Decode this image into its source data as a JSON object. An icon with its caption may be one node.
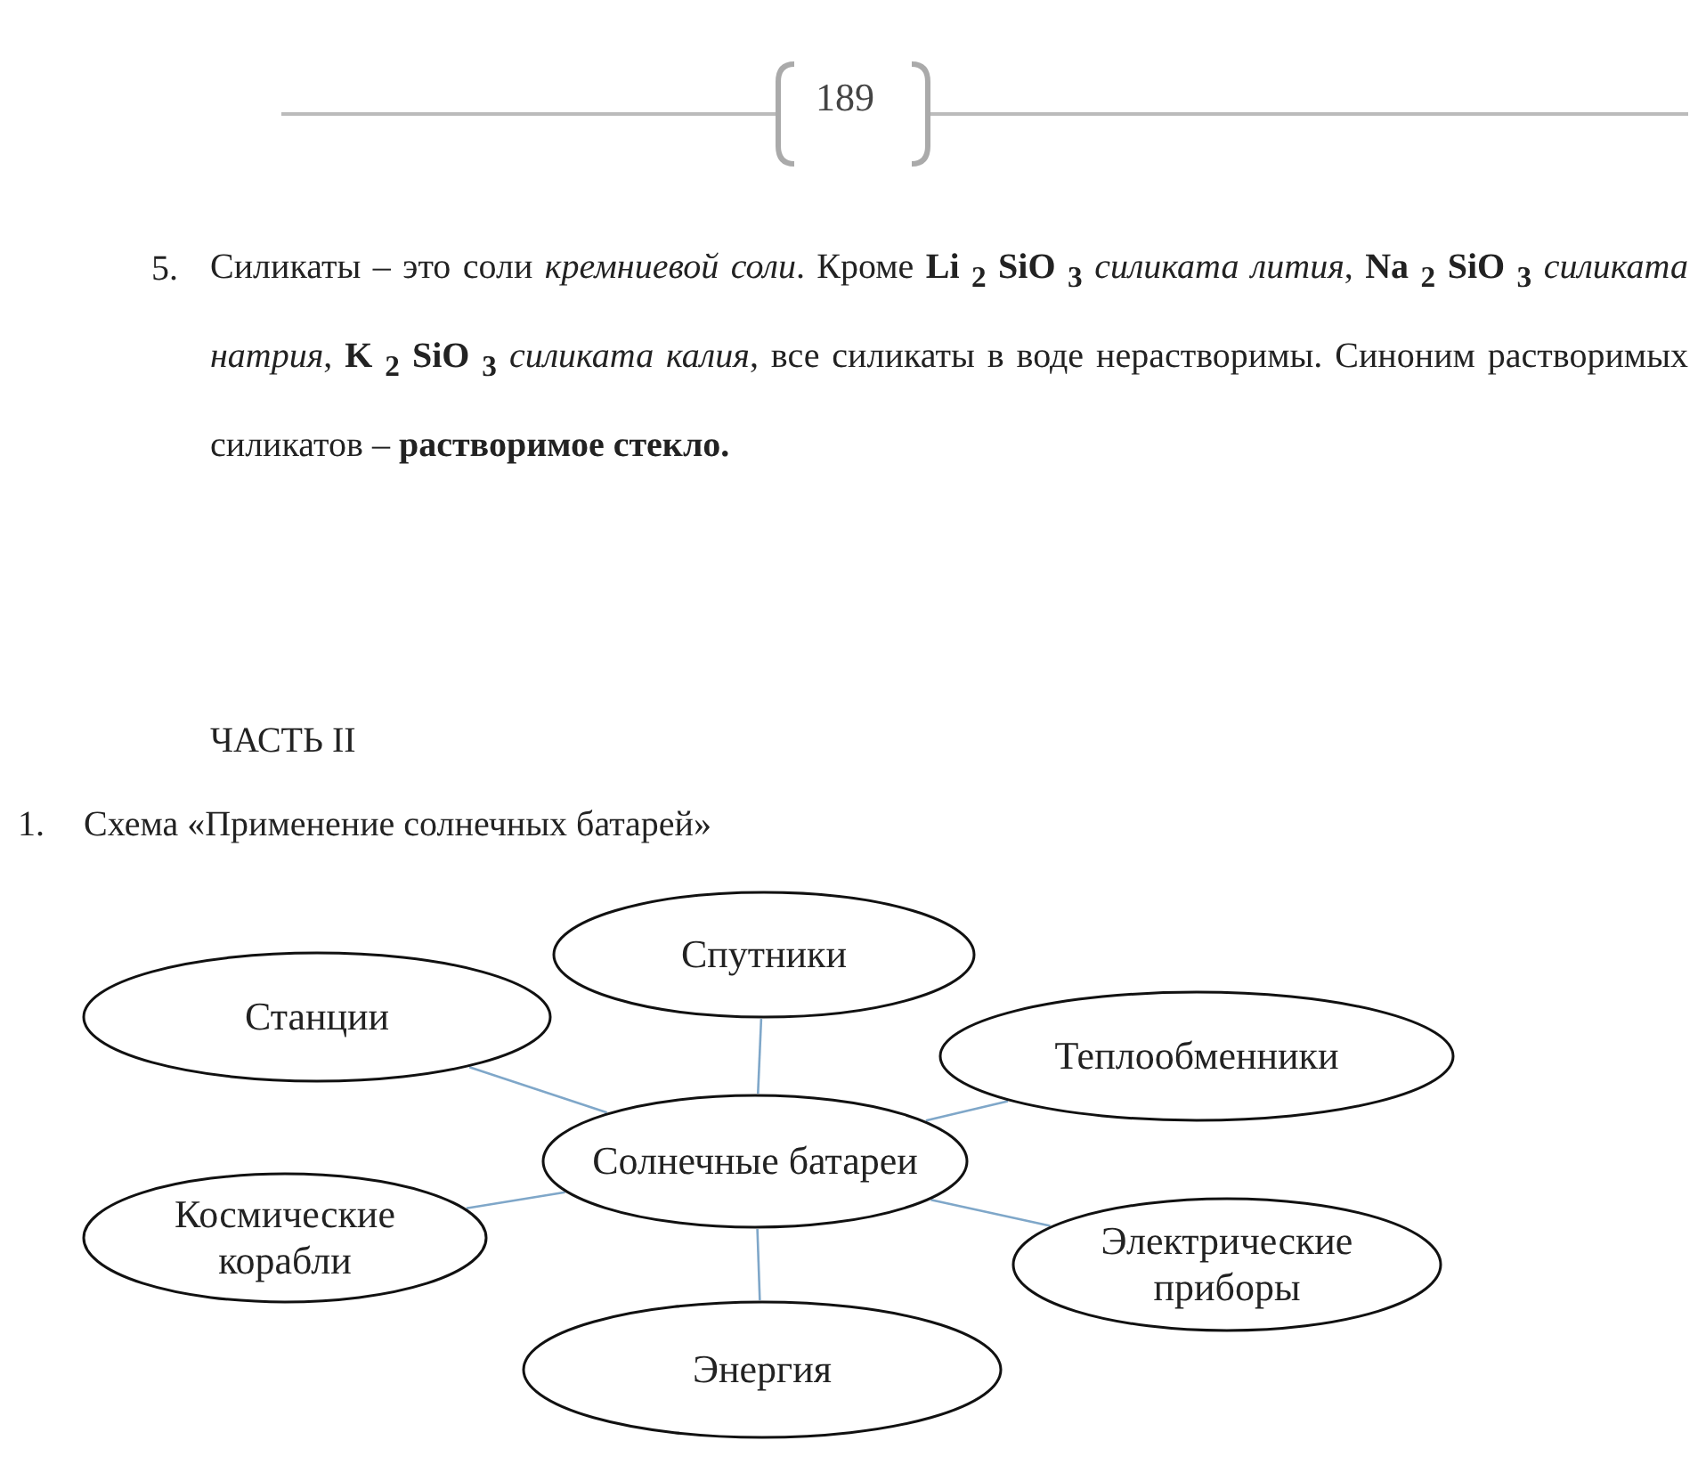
{
  "diagram": {
    "title": "Схема «Применение солнечных батарей»",
    "nodes": [
      {
        "text": [
          "Спутники"
        ]
      },
      {
        "text": [
          "Станции"
        ]
      },
      {
        "text": [
          "Теплообменники"
        ]
      },
      {
        "text": [
          "Солнечные батареи"
        ]
      },
      {
        "text": [
          "Космические корабли"
        ]
      },
      {
        "text": [
          "Электрические приборы"
        ]
      },
      {
        "text": [
          "Энергия"
        ]
      }
    ],
    "edges": [
      {
        "from": 3,
        "to": 0,
        "arrow": "none"
      },
      {
        "from": 3,
        "to": 1,
        "arrow": "none"
      },
      {
        "from": 3,
        "to": 2,
        "arrow": "none"
      },
      {
        "from": 3,
        "to": 4,
        "arrow": "none"
      },
      {
        "from": 3,
        "to": 5,
        "arrow": "none"
      },
      {
        "from": 3,
        "to": 6,
        "arrow": "none"
      }
    ],
    "labels": [
      "189",
      "5.",
      "Силикаты – это соли *кремниевой соли*. Кроме **Li $_{2}$ SiO $_{3}$** *силиката лития*, **Na $_{2}$ SiO $_{3}$** *силиката натрия*, **K $_{2}$ SiO $_{3}$** *силиката калия*, все силикаты в воде нерастворимы. Синоним растворимых силикатов – **растворимое стекло.**",
      "ЧАСТЬ II",
      "1."
    ]
  }
}
